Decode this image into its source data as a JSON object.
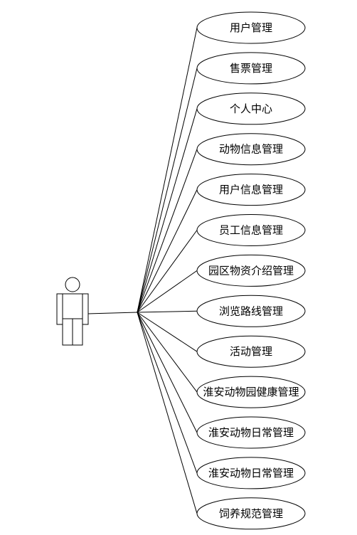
{
  "diagram": {
    "actor": {
      "label": ""
    },
    "use_cases": [
      "用户管理",
      "售票管理",
      "个人中心",
      "动物信息管理",
      "用户信息管理",
      "员工信息管理",
      "园区物资介绍管理",
      "浏览路线管理",
      "活动管理",
      "淮安动物园健康管理",
      "淮安动物日常管理",
      "淮安动物日常管理",
      "饲养规范管理"
    ]
  },
  "colors": {
    "stroke": "#000000",
    "fill": "#ffffff"
  }
}
